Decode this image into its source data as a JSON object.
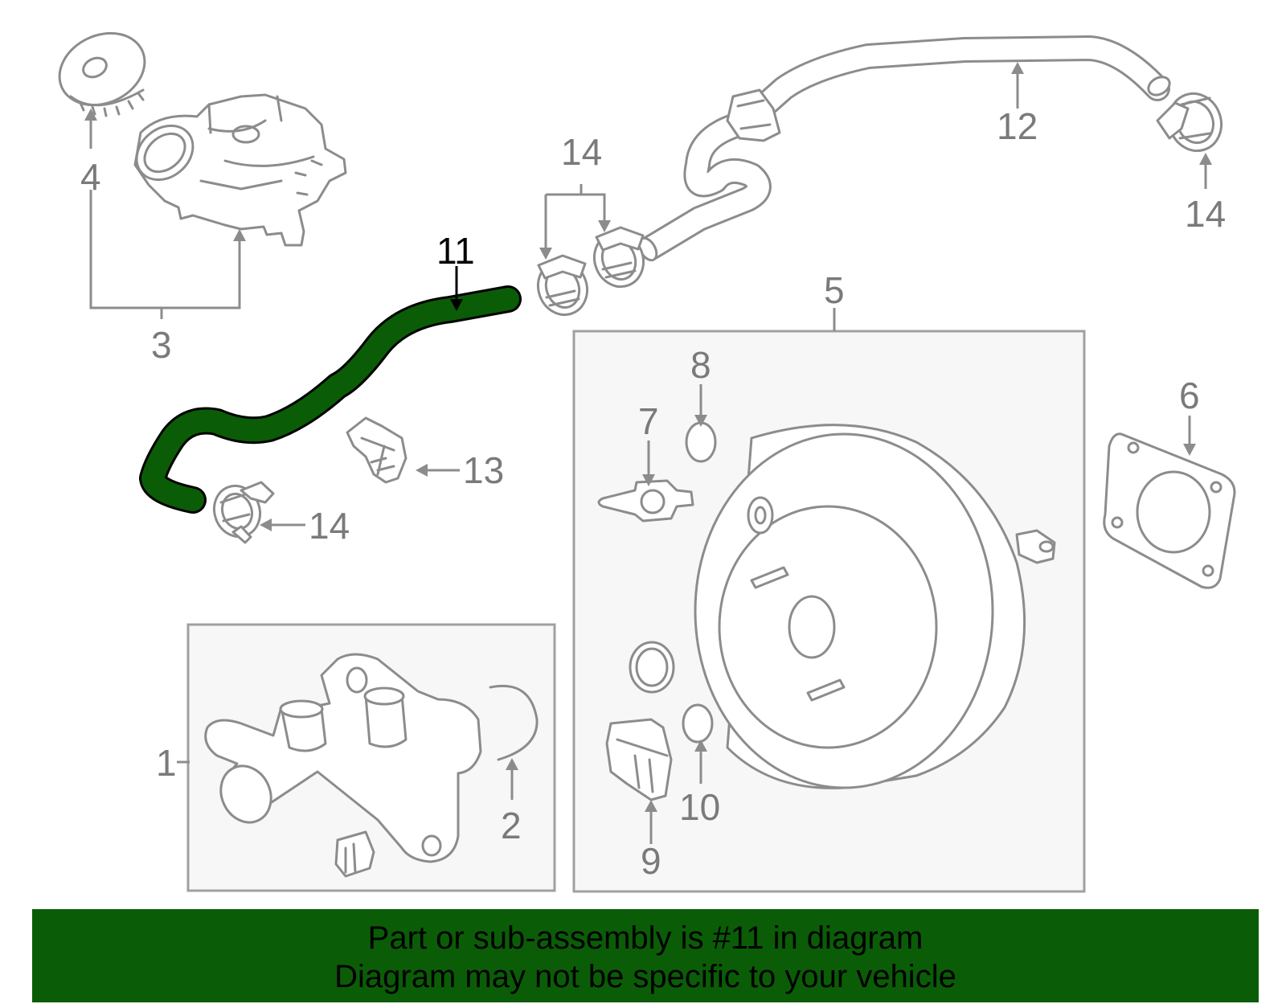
{
  "colors": {
    "highlight_part": "#0b5c07",
    "banner_background": "#0b5c07",
    "callout_text": "#7a7a7a",
    "highlight_callout_text": "#000000"
  },
  "highlighted_part": "11",
  "callouts": {
    "c1": "1",
    "c2": "2",
    "c3": "3",
    "c4": "4",
    "c5": "5",
    "c6": "6",
    "c7": "7",
    "c8": "8",
    "c9": "9",
    "c10": "10",
    "c11": "11",
    "c12": "12",
    "c13": "13",
    "c14a": "14",
    "c14b": "14",
    "c14c": "14"
  },
  "banner": {
    "line1": "Part or sub-assembly is #11 in diagram",
    "line2": "Diagram may not be specific to your vehicle"
  }
}
